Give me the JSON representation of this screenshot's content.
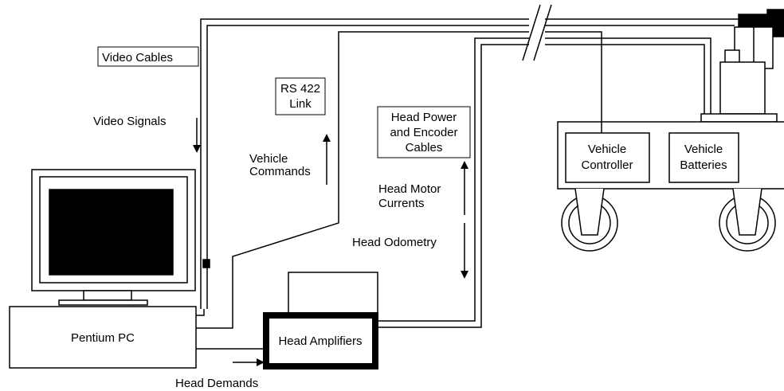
{
  "labels": {
    "video_cables": "Video Cables",
    "video_signals": "Video Signals",
    "rs422_line1": "RS 422",
    "rs422_line2": "Link",
    "vehicle_commands_line1": "Vehicle",
    "vehicle_commands_line2": "Commands",
    "head_power_line1": "Head Power",
    "head_power_line2": "and Encoder",
    "head_power_line3": "Cables",
    "head_motor_line1": "Head Motor",
    "head_motor_line2": "Currents",
    "head_odometry": "Head Odometry",
    "pentium_pc": "Pentium PC",
    "head_amplifiers": "Head Amplifiers",
    "head_demands": "Head Demands",
    "vehicle_controller_line1": "Vehicle",
    "vehicle_controller_line2": "Controller",
    "vehicle_batteries_line1": "Vehicle",
    "vehicle_batteries_line2": "Batteries"
  }
}
